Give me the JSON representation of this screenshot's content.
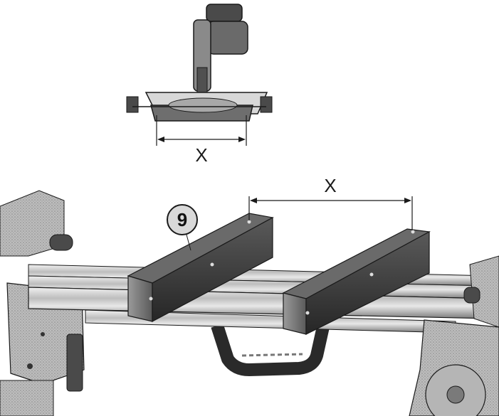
{
  "figure": {
    "top_dimension_label": "X",
    "bottom_dimension_label": "X",
    "callout": "9"
  },
  "colors": {
    "metal_dark": "#3a3a3a",
    "metal_mid": "#6e6e6e",
    "metal_light": "#c8c8c8",
    "rail_highlight": "#e6e6e6",
    "line": "#1a1a1a"
  },
  "icons": [
    "miter-saw-icon",
    "work-stand-icon",
    "arrow-icon"
  ]
}
